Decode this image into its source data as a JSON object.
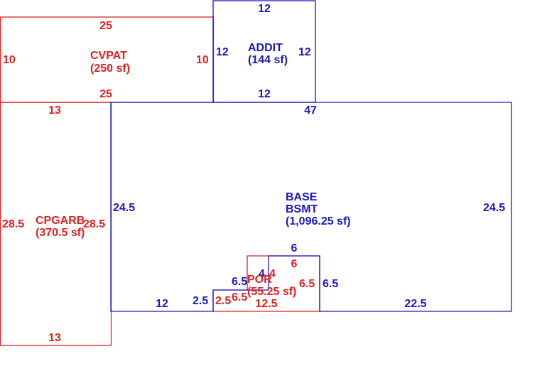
{
  "colors": {
    "red": "#dd2222",
    "blue": "#1a1ab8"
  },
  "areas": {
    "cvpat": {
      "name": "CVPAT",
      "area": "(250 sf)"
    },
    "addit": {
      "name": "ADDIT",
      "area": "(144 sf)"
    },
    "base": {
      "name": "BASE",
      "name2": "BSMT",
      "area": "(1,096.25 sf)"
    },
    "cpgarb": {
      "name": "CPGARB",
      "area": "(370.5 sf)"
    },
    "por": {
      "name": "POR",
      "area": "(55.25 sf)"
    }
  },
  "dims": {
    "cvpat_top": "25",
    "cvpat_bottom": "25",
    "cvpat_left": "10",
    "cvpat_right": "10",
    "addit_top": "12",
    "addit_bottom": "12",
    "addit_left": "12",
    "addit_right": "12",
    "base_top": "47",
    "base_left": "24.5",
    "base_right": "24.5",
    "base_bottom_left": "12",
    "base_bottom_right": "22.5",
    "base_step_left": "2.5",
    "base_step_top": "6.5",
    "base_notch_left": "4",
    "base_notch_top": "6",
    "base_notch_right": "6.5",
    "cpgarb_top": "13",
    "cpgarb_bottom": "13",
    "cpgarb_left": "28.5",
    "cpgarb_right": "28.5",
    "por_left": "2.5",
    "por_top": "6.5",
    "por_notch_left": "4",
    "por_notch_top": "6",
    "por_right": "6.5",
    "por_bottom": "12.5"
  }
}
